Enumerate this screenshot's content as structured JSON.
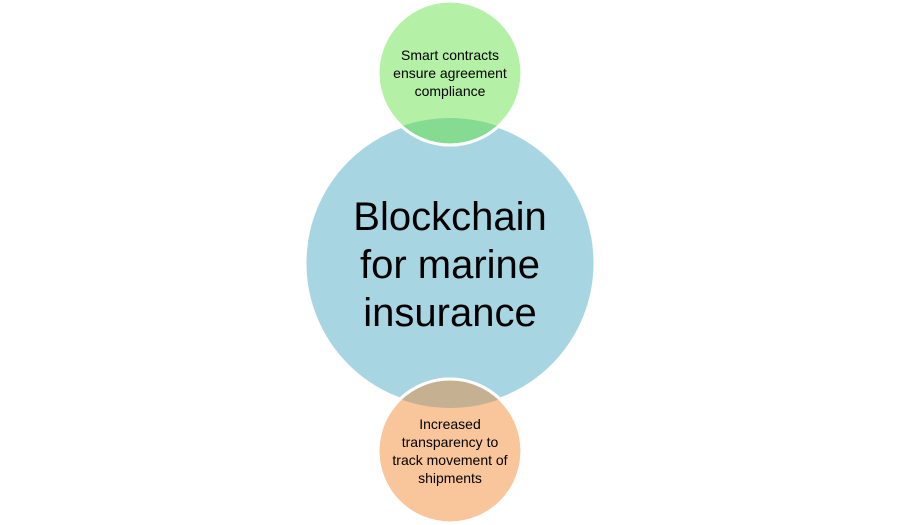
{
  "diagram": {
    "center_node": {
      "label": "Blockchain for marine insurance",
      "color": "#a8d5e2"
    },
    "top_node": {
      "label": "Smart contracts ensure agreement compliance",
      "color": "#b4f0a6"
    },
    "bottom_node": {
      "label": "Increased transparency to track movement of shipments",
      "color": "#f9c59b"
    },
    "overlap_colors": {
      "top": "#86db93",
      "bottom": "#c5b092"
    }
  }
}
